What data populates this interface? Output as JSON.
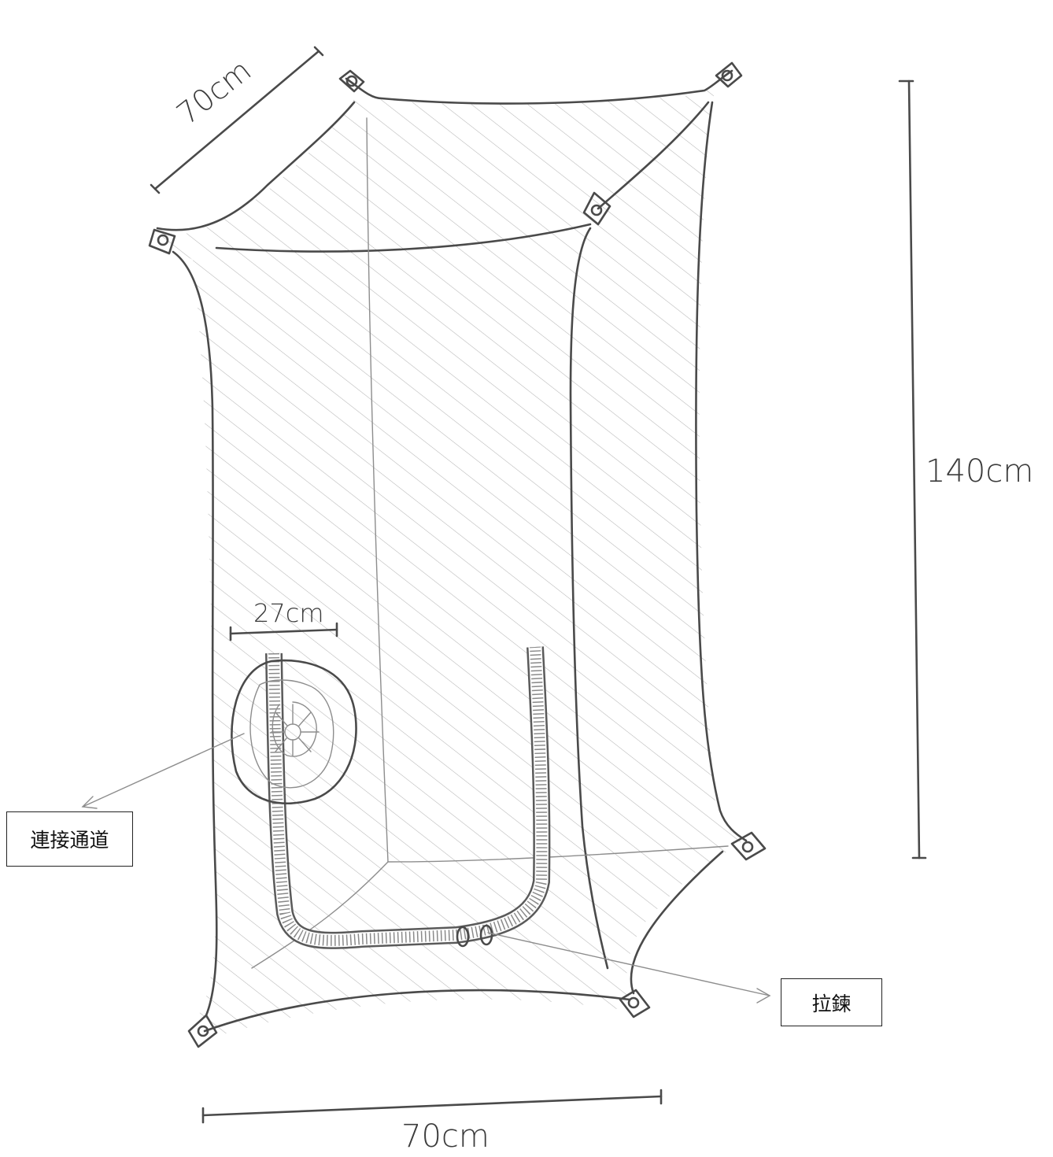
{
  "labels": {
    "depth": "70cm",
    "height": "140cm",
    "width": "70cm",
    "opening": "27cm",
    "channel": "連接通道",
    "zipper": "拉鍊"
  },
  "colors": {
    "pencil": "#4a4a4a",
    "hatch": "#b5b5b5",
    "callout_border": "#222222"
  }
}
